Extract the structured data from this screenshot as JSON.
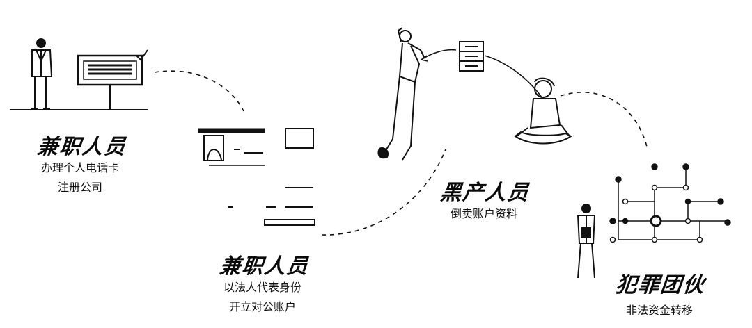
{
  "stages": [
    {
      "title": "兼职人员",
      "desc": [
        "办理个人电话卡",
        "注册公司"
      ]
    },
    {
      "title": "兼职人员",
      "desc": [
        "以法人代表身份",
        "开立对公账户"
      ]
    },
    {
      "title": "黑产人员",
      "desc": [
        "倒卖账户资料"
      ]
    },
    {
      "title": "犯罪团伙",
      "desc": [
        "非法资金转移"
      ]
    }
  ]
}
